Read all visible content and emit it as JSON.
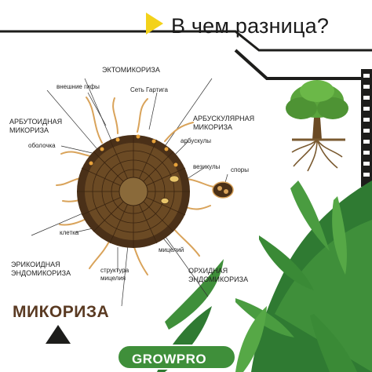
{
  "header": {
    "title": "В чем разница?"
  },
  "diagram": {
    "sections": {
      "ecto": "ЭКТОМИКОРИЗА",
      "arbutoid_1": "АРБУТОИДНАЯ",
      "arbutoid_2": "МИКОРИЗА",
      "arbuscular_1": "АРБУСКУЛЯРНАЯ",
      "arbuscular_2": "МИКОРИЗА",
      "ericoid_1": "ЭРИКОИДНАЯ",
      "ericoid_2": "ЭНДОМИКОРИЗА",
      "orchid_1": "ОРХИДНАЯ",
      "orchid_2": "ЭНДОМИКОРИЗА"
    },
    "parts": {
      "external_hyphae": "внешние гифы",
      "hartig_net": "Сеть Гартига",
      "mantle": "оболочка",
      "arbuscules": "арбускулы",
      "vesicles": "везикулы",
      "spores": "споры",
      "cell": "клетка",
      "mycelium": "мицелий",
      "mycelium_structure_1": "структура",
      "mycelium_structure_2": "мицелия"
    }
  },
  "footer": {
    "title": "МИКОРИЗА",
    "brand": "GROWPRO"
  },
  "colors": {
    "accent_yellow": "#f3d21a",
    "root_dark": "#4a3018",
    "root_mid": "#6b4a24",
    "hyphae": "#d9a35a",
    "leaf_green": "#3f8f3a"
  }
}
